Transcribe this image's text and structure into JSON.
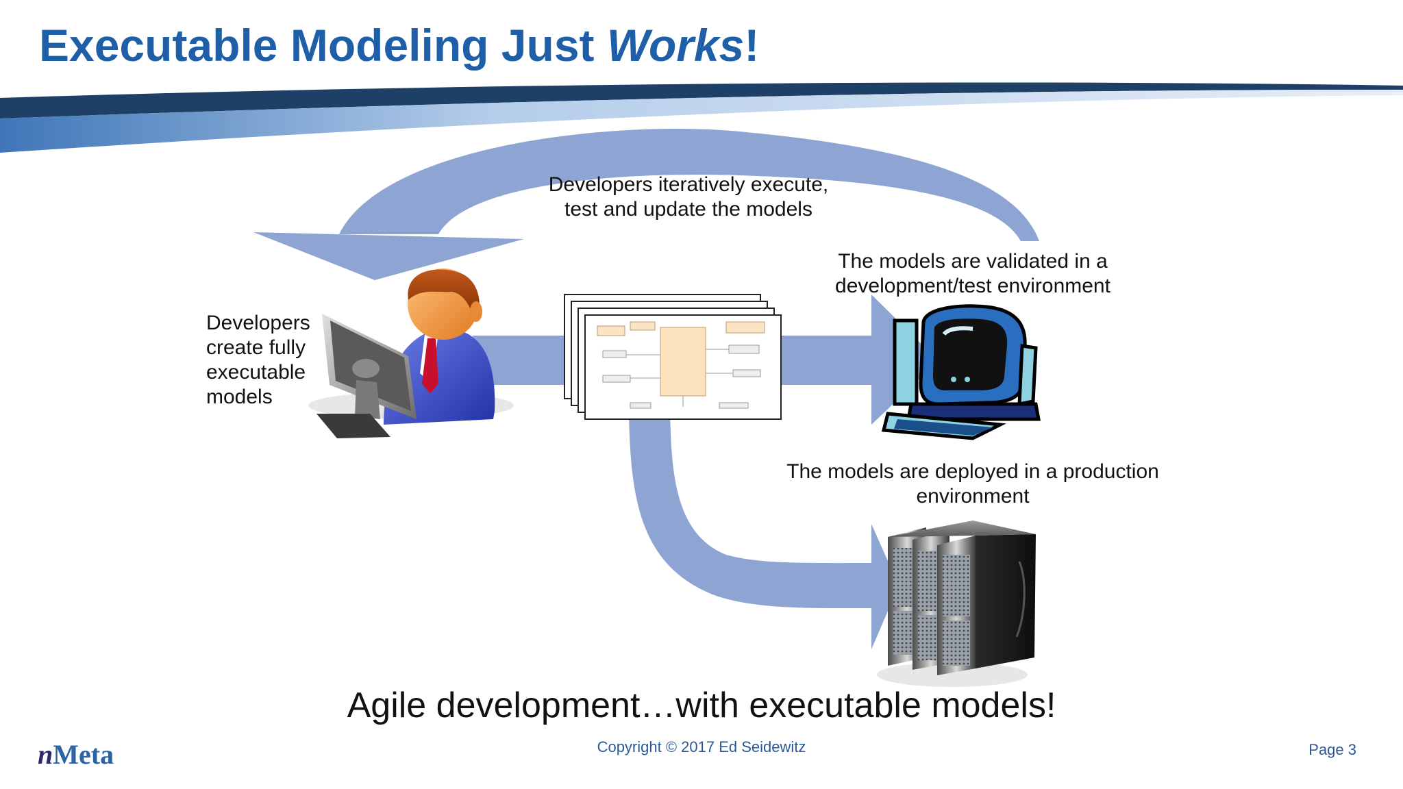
{
  "slide": {
    "title_main": "Executable Modeling Just ",
    "title_emph": "Works",
    "title_end": "!"
  },
  "labels": {
    "iterate_line1": "Developers iteratively execute,",
    "iterate_line2": "test and update the models",
    "create_line1": "Developers",
    "create_line2": "create fully",
    "create_line3": "executable",
    "create_line4": "models",
    "validated_line1": "The models are validated in a",
    "validated_line2": "development/test environment",
    "deployed_line1": "The models are deployed in a production",
    "deployed_line2": "environment"
  },
  "tagline": "Agile development…with executable models!",
  "footer": {
    "logo_n": "n",
    "logo_rest": "Meta",
    "copyright": "Copyright © 2017 Ed Seidewitz",
    "page": "Page 3"
  },
  "colors": {
    "title": "#1f5fa8",
    "arrows": "#8ea4d2",
    "swoosh_dark": "#1e3f66",
    "swoosh_light": "#9fbde0"
  },
  "icons": [
    "developer-at-computer-icon",
    "model-documents-icon",
    "desktop-computer-icon",
    "server-rack-icon"
  ]
}
